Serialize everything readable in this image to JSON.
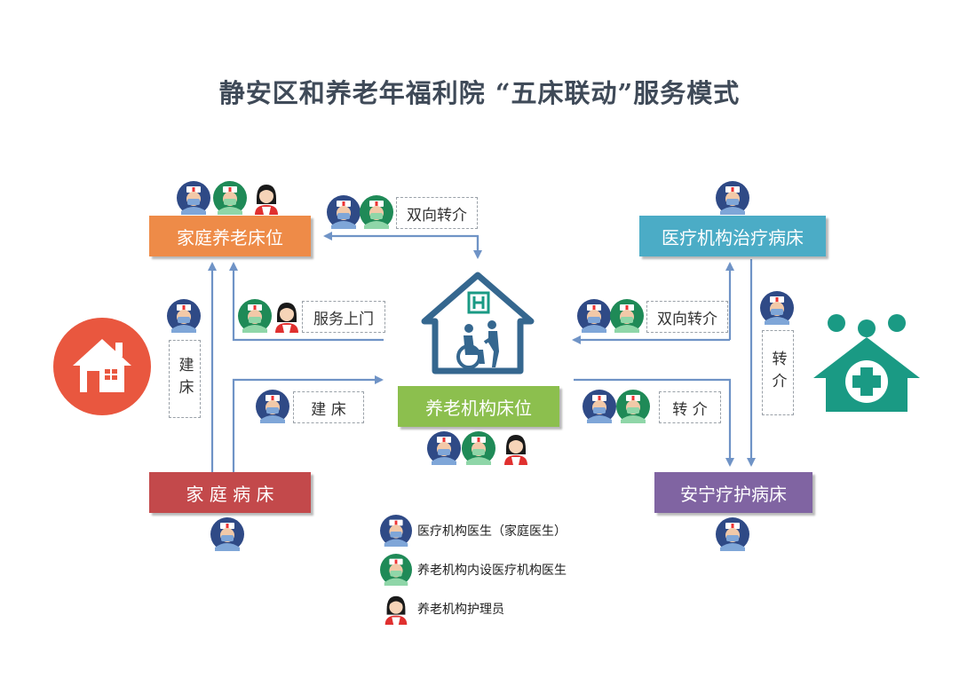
{
  "title": "静安区和养老年福利院 “五床联动”服务模式",
  "boxes": {
    "home_elder_bed": "家庭养老床位",
    "medical_treatment_bed": "医疗机构治疗病床",
    "elder_inst_bed": "养老机构床位",
    "home_sickbed": "家 庭 病 床",
    "hospice_bed": "安宁疗护病床"
  },
  "labels": {
    "two_way_top": "双向转介",
    "service_visit": "服务上门",
    "build_bed_vertical": "建床",
    "build_bed_horizontal": "建 床",
    "two_way_right": "双向转介",
    "referral_right": "转 介",
    "referral_vertical": "转介"
  },
  "legend": [
    {
      "label": "医疗机构医生（家庭医生）",
      "icon": "doctor-blue-icon"
    },
    {
      "label": "养老机构内设医疗机构医生",
      "icon": "doctor-green-icon"
    },
    {
      "label": "养老机构护理员",
      "icon": "caregiver-icon"
    }
  ],
  "colors": {
    "orange": "#ee8b48",
    "teal": "#4bacc6",
    "green": "#8cbf4e",
    "red": "#c3494b",
    "purple": "#8064a2",
    "arrow": "#6f93c6",
    "house_blue": "#35678f",
    "hospital_green": "#1a9a84",
    "home_red": "#e9573f"
  }
}
